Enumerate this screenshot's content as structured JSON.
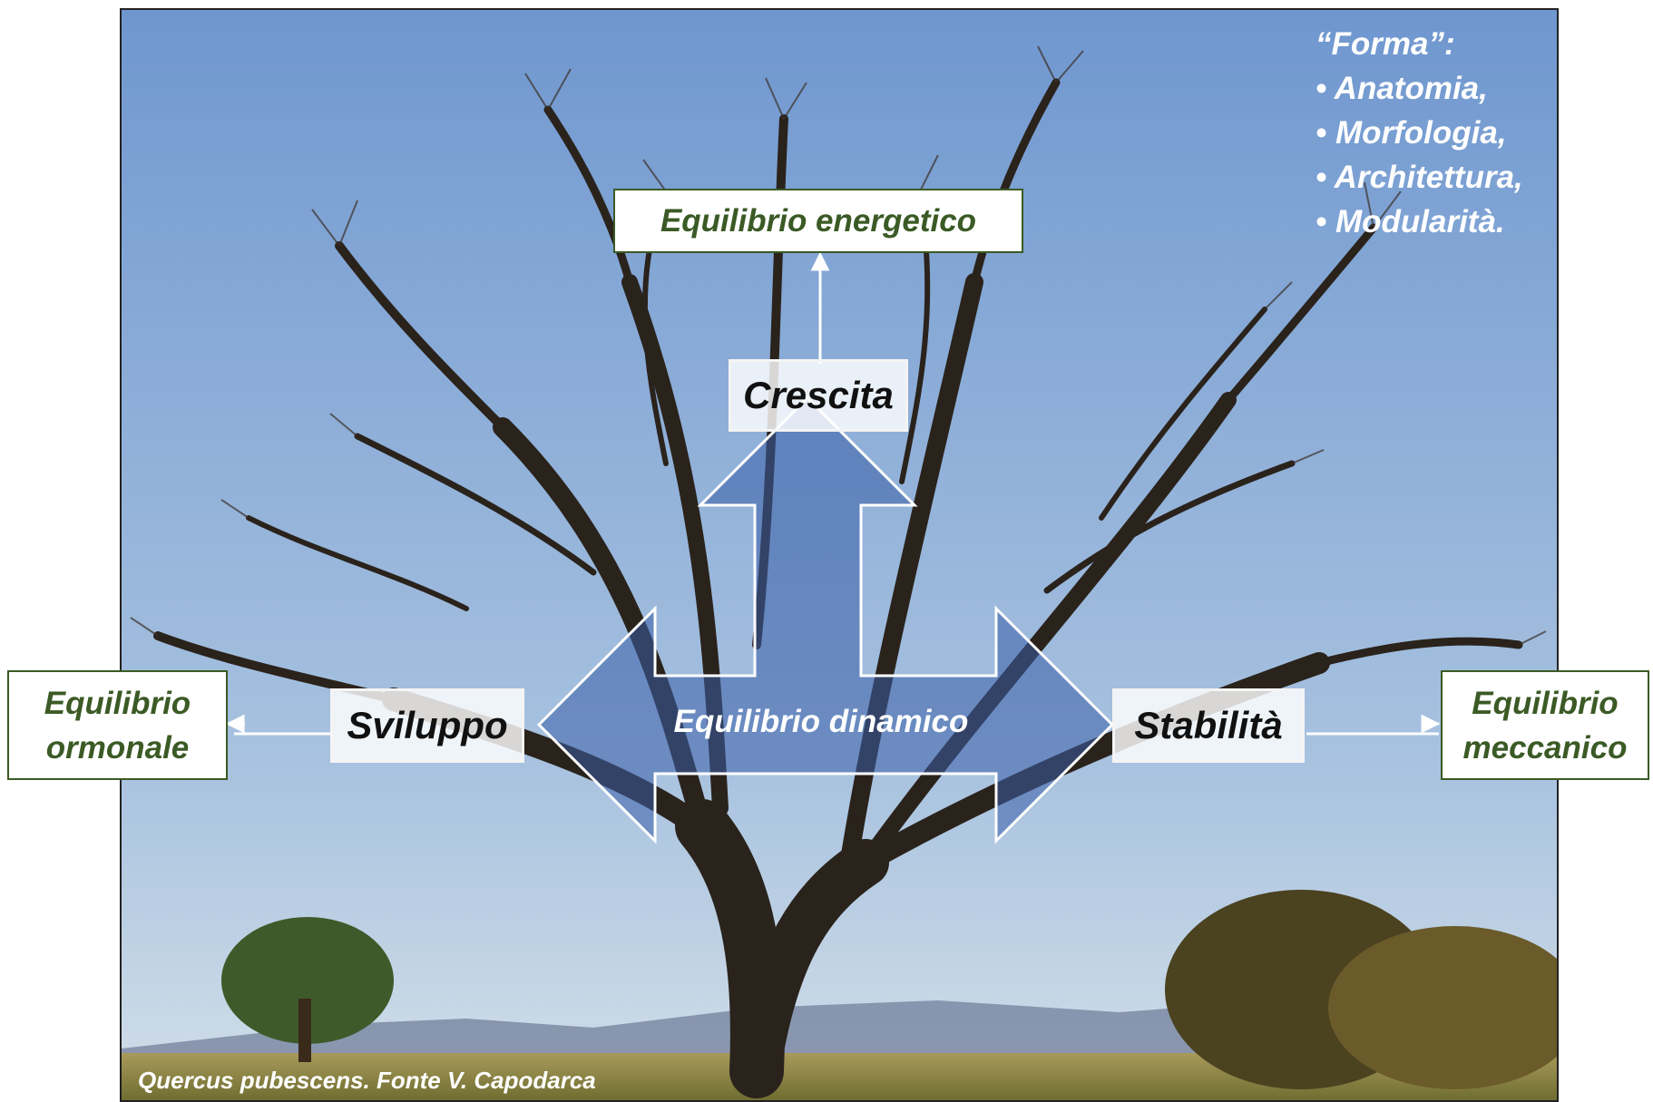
{
  "boxes": {
    "top": "Equilibrio energetico",
    "left_line1": "Equilibrio",
    "left_line2": "ormonale",
    "right_line1": "Equilibrio",
    "right_line2": "meccanico"
  },
  "arrow_labels": {
    "up": "Crescita",
    "left": "Sviluppo",
    "right": "Stabilità",
    "center": "Equilibrio dinamico"
  },
  "forma": {
    "title": "“Forma”:",
    "items": [
      "• Anatomia,",
      "• Morfologia,",
      "• Architettura,",
      "• Modularità."
    ]
  },
  "caption": "Quercus pubescens. Fonte V. Capodarca",
  "colors": {
    "box_text": "#3b5a25",
    "arrow_fill": "#3b5fa8",
    "sky_top": "#6f97cf",
    "sky_bottom": "#c9dae8"
  }
}
